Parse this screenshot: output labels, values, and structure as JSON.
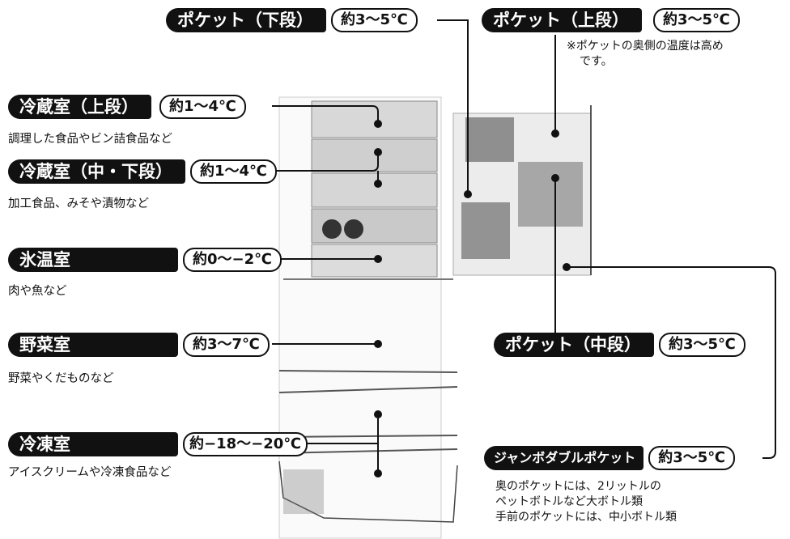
{
  "labels": {
    "pocket_lower": {
      "title": "ポケット（下段）",
      "temp": "約3～5℃"
    },
    "pocket_upper": {
      "title": "ポケット（上段）",
      "temp": "約3～5℃",
      "note_lines": [
        "※ポケットの奥側の温度は高め",
        "です。"
      ]
    },
    "fridge_upper": {
      "title": "冷蔵室（上段）",
      "temp": "約1～4℃",
      "desc": "調理した食品やビン詰食品など"
    },
    "fridge_mid": {
      "title": "冷蔵室（中・下段）",
      "temp": "約1～4℃",
      "desc": "加工食品、みそや漬物など"
    },
    "chilled": {
      "title": "氷温室",
      "temp": "約0～−2℃",
      "desc": "肉や魚など"
    },
    "vegetable": {
      "title": "野菜室",
      "temp": "約3～7℃",
      "desc": "野菜やくだものなど"
    },
    "freezer": {
      "title": "冷凍室",
      "temp": "約−18～−20℃",
      "desc": "アイスクリームや冷凍食品など"
    },
    "pocket_mid": {
      "title": "ポケット（中段）",
      "temp": "約3～5℃"
    },
    "jumbo": {
      "title": "ジャンボダブルポケット",
      "temp": "約3～5℃",
      "desc_lines": [
        "奥のポケットには、2リットルの",
        "ペットボトルなど大ボトル類",
        "手前のポケットには、中小ボトル類"
      ]
    }
  }
}
